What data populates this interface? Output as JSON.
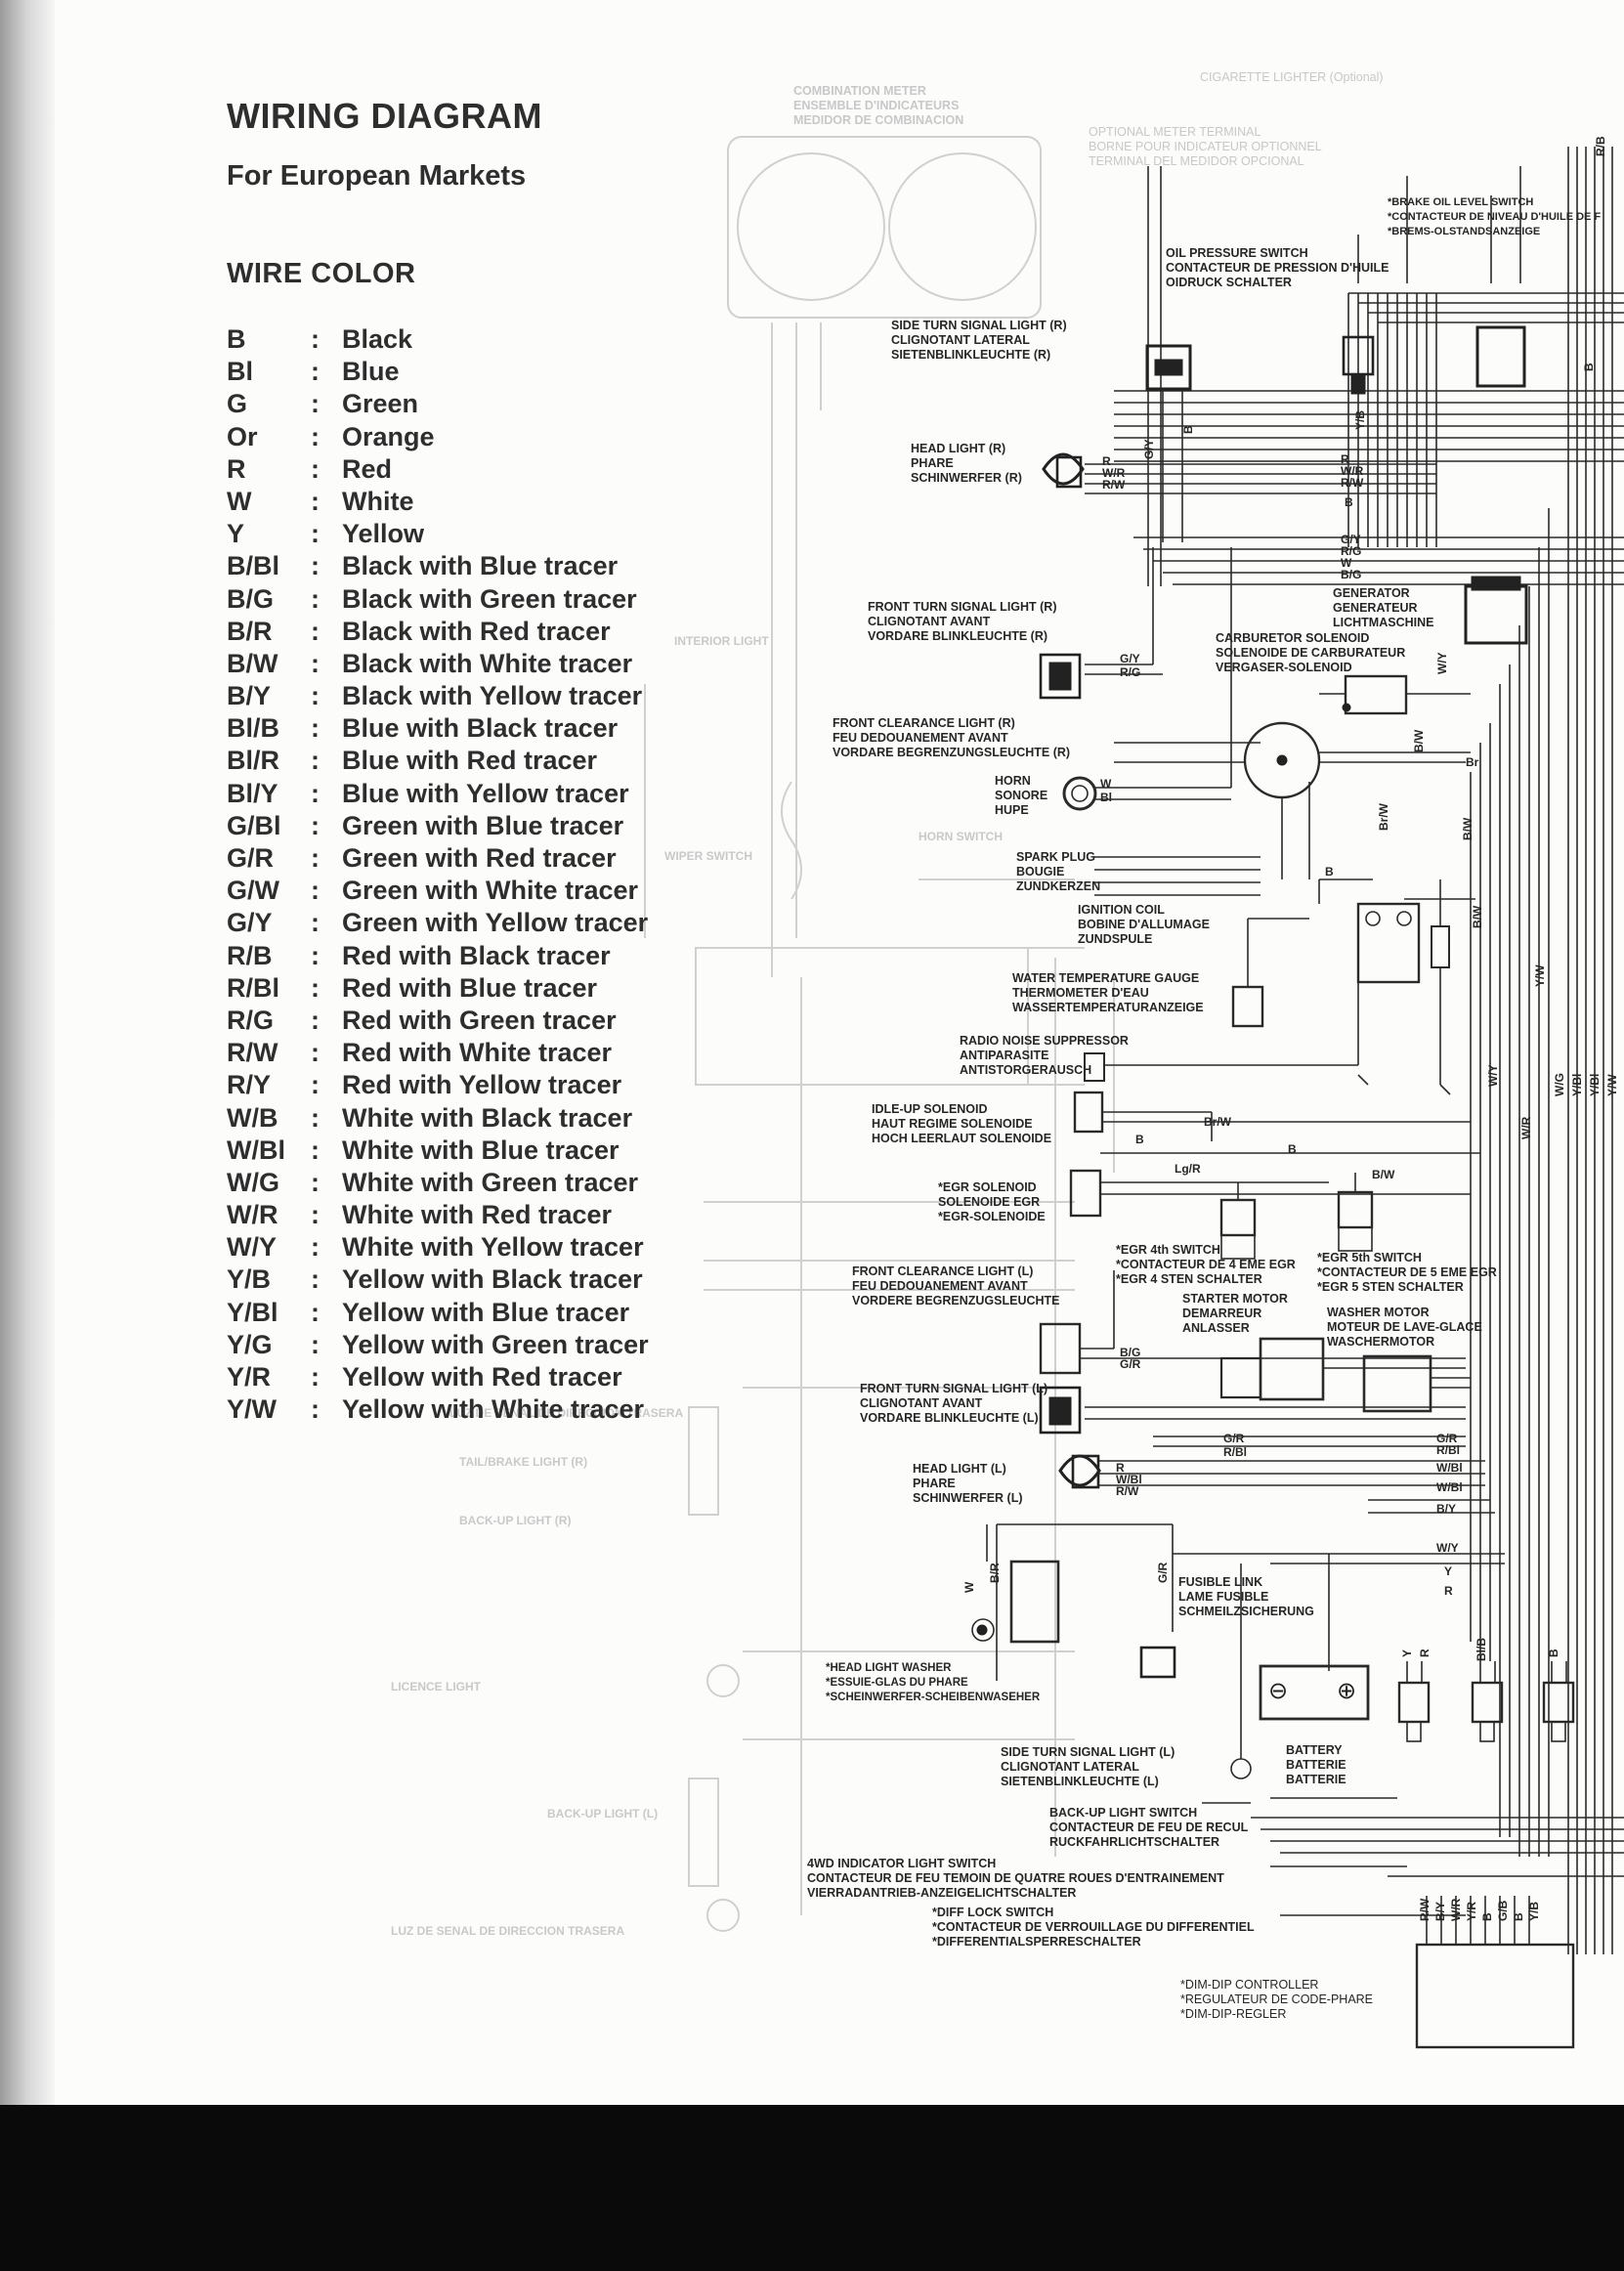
{
  "title": "WIRING DIAGRAM",
  "subtitle": "For European Markets",
  "wire_color_heading": "WIRE COLOR",
  "separator": ":",
  "wire_colors": [
    {
      "code": "B",
      "name": "Black"
    },
    {
      "code": "Bl",
      "name": "Blue"
    },
    {
      "code": "G",
      "name": "Green"
    },
    {
      "code": "Or",
      "name": "Orange"
    },
    {
      "code": "R",
      "name": "Red"
    },
    {
      "code": "W",
      "name": "White"
    },
    {
      "code": "Y",
      "name": "Yellow"
    },
    {
      "code": "B/Bl",
      "name": "Black with Blue tracer"
    },
    {
      "code": "B/G",
      "name": "Black with Green tracer"
    },
    {
      "code": "B/R",
      "name": "Black with Red tracer"
    },
    {
      "code": "B/W",
      "name": "Black with White tracer"
    },
    {
      "code": "B/Y",
      "name": "Black with Yellow tracer"
    },
    {
      "code": "Bl/B",
      "name": "Blue with Black tracer"
    },
    {
      "code": "Bl/R",
      "name": "Blue with Red tracer"
    },
    {
      "code": "Bl/Y",
      "name": "Blue with Yellow tracer"
    },
    {
      "code": "G/Bl",
      "name": "Green with Blue tracer"
    },
    {
      "code": "G/R",
      "name": "Green with Red tracer"
    },
    {
      "code": "G/W",
      "name": "Green with White tracer"
    },
    {
      "code": "G/Y",
      "name": "Green with Yellow tracer"
    },
    {
      "code": "R/B",
      "name": "Red with Black tracer"
    },
    {
      "code": "R/Bl",
      "name": "Red with Blue tracer"
    },
    {
      "code": "R/G",
      "name": "Red with Green tracer"
    },
    {
      "code": "R/W",
      "name": "Red with White tracer"
    },
    {
      "code": "R/Y",
      "name": "Red with Yellow tracer"
    },
    {
      "code": "W/B",
      "name": "White with Black tracer"
    },
    {
      "code": "W/Bl",
      "name": "White with Blue tracer"
    },
    {
      "code": "W/G",
      "name": "White with Green tracer"
    },
    {
      "code": "W/R",
      "name": "White with Red tracer"
    },
    {
      "code": "W/Y",
      "name": "White with Yellow tracer"
    },
    {
      "code": "Y/B",
      "name": "Yellow with Black tracer"
    },
    {
      "code": "Y/Bl",
      "name": "Yellow with Blue tracer"
    },
    {
      "code": "Y/G",
      "name": "Yellow with Green tracer"
    },
    {
      "code": "Y/R",
      "name": "Yellow with Red tracer"
    },
    {
      "code": "Y/W",
      "name": "Yellow with White tracer"
    }
  ],
  "components": {
    "cigarette_lighter": [
      "CIGARETTE LIGHTER (Optional)"
    ],
    "brake_oil_level_switch": [
      "*BRAKE OIL LEVEL SWITCH",
      "*CONTACTEUR DE NIVEAU D'HUILE DE F",
      "*BREMS-OLSTANDSANZEIGE"
    ],
    "combination_meter": [
      "COMBINATION METER",
      "ENSEMBLE D'INDICATEURS",
      "MEDIDOR DE COMBINACION"
    ],
    "optional_meter_terminal": [
      "OPTIONAL METER TERMINAL",
      "BORNE POUR INDICATEUR OPTIONNEL",
      "TERMINAL DEL MEDIDOR OPCIONAL"
    ],
    "oil_pressure_switch": [
      "OIL PRESSURE SWITCH",
      "CONTACTEUR DE PRESSION D'HUILE",
      "OIDRUCK SCHALTER"
    ],
    "side_turn_signal_r": [
      "SIDE TURN SIGNAL LIGHT (R)",
      "CLIGNOTANT LATERAL",
      "SIETENBLINKLEUCHTE (R)"
    ],
    "head_light_r": [
      "HEAD LIGHT (R)",
      "PHARE",
      "SCHINWERFER (R)"
    ],
    "generator": [
      "GENERATOR",
      "GENERATEUR",
      "LICHTMASCHINE"
    ],
    "front_turn_signal_r": [
      "FRONT TURN SIGNAL LIGHT (R)",
      "CLIGNOTANT AVANT",
      "VORDARE BLINKLEUCHTE (R)"
    ],
    "carburetor_solenoid": [
      "CARBURETOR SOLENOID",
      "SOLENOIDE DE CARBURATEUR",
      "VERGASER-SOLENOID"
    ],
    "front_clearance_r": [
      "FRONT CLEARANCE LIGHT (R)",
      "FEU DEDOUANEMENT AVANT",
      "VORDARE BEGRENZUNGSLEUCHTE (R)"
    ],
    "horn": [
      "HORN",
      "SONORE",
      "HUPE"
    ],
    "spark_plug": [
      "SPARK PLUG",
      "BOUGIE",
      "ZUNDKERZEN"
    ],
    "ignition_coil": [
      "IGNITION COIL",
      "BOBINE D'ALLUMAGE",
      "ZUNDSPULE"
    ],
    "water_temperature_gauge": [
      "WATER TEMPERATURE GAUGE",
      "THERMOMETER D'EAU",
      "WASSERTEMPERATURANZEIGE"
    ],
    "radio_noise_suppressor": [
      "RADIO NOISE SUPPRESSOR",
      "ANTIPARASITE",
      "ANTISTORGERAUSCH"
    ],
    "idle_up_solenoid": [
      "IDLE-UP SOLENOID",
      "HAUT REGIME SOLENOIDE",
      "HOCH LEERLAUT SOLENOIDE"
    ],
    "egr_solenoid": [
      "*EGR SOLENOID",
      "SOLENOIDE EGR",
      "*EGR-SOLENOIDE"
    ],
    "egr_4th_switch": [
      "*EGR 4th SWITCH",
      "*CONTACTEUR DE 4 EME EGR",
      "*EGR 4 STEN SCHALTER"
    ],
    "egr_5th_switch": [
      "*EGR 5th SWITCH",
      "*CONTACTEUR DE 5 EME EGR",
      "*EGR 5 STEN SCHALTER"
    ],
    "front_clearance_l": [
      "FRONT CLEARANCE LIGHT (L)",
      "FEU DEDOUANEMENT AVANT",
      "VORDERE BEGRENZUGSLEUCHTE"
    ],
    "starter_motor": [
      "STARTER MOTOR",
      "DEMARREUR",
      "ANLASSER"
    ],
    "washer_motor": [
      "WASHER MOTOR",
      "MOTEUR DE LAVE-GLACE",
      "WASCHERMOTOR"
    ],
    "front_turn_signal_l": [
      "FRONT TURN SIGNAL LIGHT (L)",
      "CLIGNOTANT AVANT",
      "VORDARE BLINKLEUCHTE (L)"
    ],
    "head_light_l": [
      "HEAD LIGHT (L)",
      "PHARE",
      "SCHINWERFER (L)"
    ],
    "fusible_link": [
      "FUSIBLE LINK",
      "LAME FUSIBLE",
      "SCHMEILZSICHERUNG"
    ],
    "head_light_washer": [
      "*HEAD LIGHT WASHER",
      "*ESSUIE-GLAS DU PHARE",
      "*SCHEINWERFER-SCHEIBENWASEHER"
    ],
    "side_turn_signal_l": [
      "SIDE TURN SIGNAL LIGHT (L)",
      "CLIGNOTANT LATERAL",
      "SIETENBLINKLEUCHTE (L)"
    ],
    "battery": [
      "BATTERY",
      "BATTERIE",
      "BATTERIE"
    ],
    "backup_light_switch": [
      "BACK-UP LIGHT SWITCH",
      "CONTACTEUR DE FEU DE RECUL",
      "RUCKFAHRLICHTSCHALTER"
    ],
    "4wd_indicator_switch": [
      "4WD INDICATOR LIGHT SWITCH",
      "CONTACTEUR DE FEU TEMOIN DE QUATRE ROUES D'ENTRAINEMENT",
      "VIERRADANTRIEB-ANZEIGELICHTSCHALTER"
    ],
    "diff_lock_switch": [
      "*DIFF LOCK SWITCH",
      "*CONTACTEUR DE VERROUILLAGE DU DIFFERENTIEL",
      "*DIFFERENTIALSPERRESCHALTER"
    ],
    "dim_dip_controller": [
      "*DIM-DIP CONTROLLER",
      "*REGULATEUR DE CODE-PHARE",
      "*DIM-DIP-REGLER"
    ]
  },
  "wire_labels": {
    "gy_1": "G/Y",
    "b_1": "B",
    "r_1": "R",
    "wr_1": "W/R",
    "rw_1": "R/W",
    "b_2": "B",
    "gy_2": "G/Y",
    "rg_1": "R/G",
    "w_1": "W",
    "bg_1": "B/G",
    "gy_3": "G/Y",
    "rg_2": "R/G",
    "w_2": "W",
    "bl_1": "Bl",
    "br_1": "Br",
    "bw_1": "B/W",
    "brw_1": "Br/W",
    "bw_2": "B/W",
    "bw_3": "B/W",
    "wy_1": "W/Y",
    "yw_1": "Y/W",
    "b_3": "B",
    "lgr_1": "Lg/R",
    "brw_2": "Br/W",
    "b_4": "B",
    "b_5": "B",
    "bw_4": "B/W",
    "brg_1": "B/G",
    "gr_1": "G/R",
    "gr_2": "G/R",
    "gr_3": "G/R",
    "rbl_1": "R/Bl",
    "wbl_1": "W/Bl",
    "r_2": "R",
    "wbl_2": "W/Bl",
    "rw_2": "R/W",
    "wbl_3": "W/Bl",
    "by_1": "B/Y",
    "wy_2": "W/Y",
    "y_1": "Y",
    "r_3": "R",
    "gr_4": "G/R",
    "w_3": "W",
    "br_2": "B/R",
    "blb_1": "Bl/B",
    "y_2": "Y",
    "r_4": "R",
    "b_6": "B",
    "dd_rw": "R/W",
    "dd_by": "B/Y",
    "dd_wr": "W/R",
    "dd_yr": "Y/R",
    "dd_b": "B",
    "dd_gb": "G/B",
    "dd_b2": "B",
    "dd_yb": "Y/B",
    "rb_1": "R/B",
    "yb_1": "Y/B",
    "b_7": "B",
    "wy_3": "W/Y",
    "wr_2": "W/R",
    "wg_1": "W/G",
    "ybl_1": "Y/Bl",
    "ybl_2": "Y/Bl",
    "yw_2": "Y/W"
  },
  "colors": {
    "ink": "#262626",
    "ghost": "#c7c7c7",
    "paper": "#fcfcfb",
    "strip": "#0a0a0a"
  }
}
